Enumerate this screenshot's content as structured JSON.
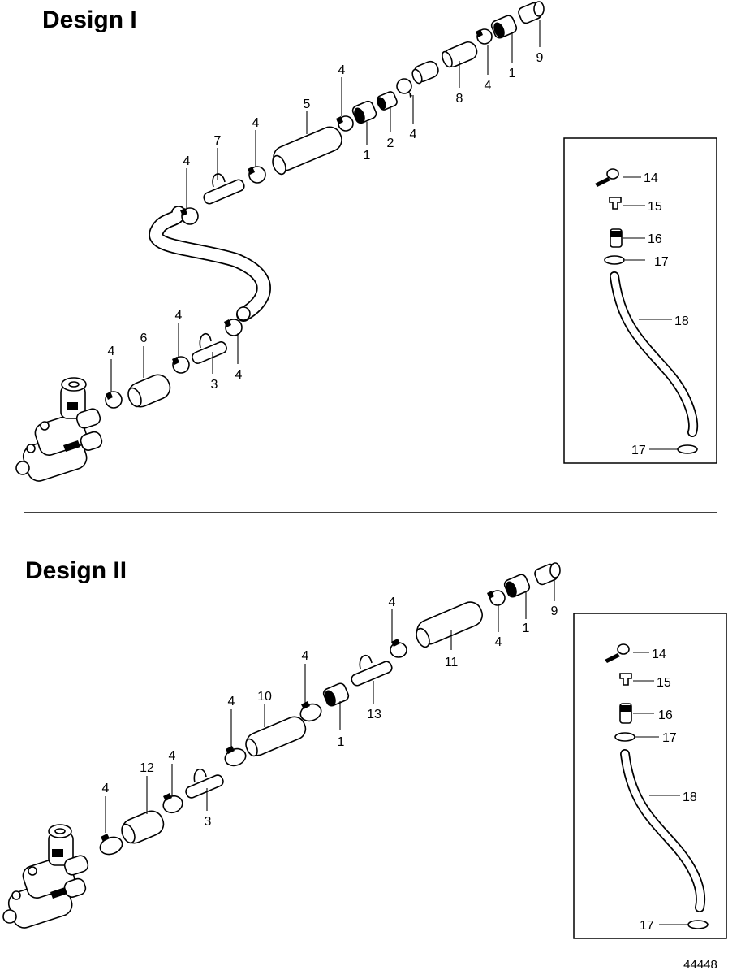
{
  "designs": [
    {
      "title": "Design I",
      "labels": {
        "c1a": "1",
        "c1b": "1",
        "c2": "2",
        "c3": "3",
        "c4a": "4",
        "c4b": "4",
        "c4c": "4",
        "c4d": "4",
        "c4e": "4",
        "c4f": "4",
        "c4g": "4",
        "c4h": "4",
        "c5": "5",
        "c6": "6",
        "c7": "7",
        "c8": "8",
        "c9": "9"
      },
      "inset": {
        "c14": "14",
        "c15": "15",
        "c16": "16",
        "c17a": "17",
        "c18": "18",
        "c17b": "17"
      }
    },
    {
      "title": "Design II",
      "labels": {
        "c1a": "1",
        "c1b": "1",
        "c3": "3",
        "c4a": "4",
        "c4b": "4",
        "c4c": "4",
        "c4d": "4",
        "c4e": "4",
        "c4f": "4",
        "c9": "9",
        "c10": "10",
        "c11": "11",
        "c12": "12",
        "c13": "13"
      },
      "inset": {
        "c14": "14",
        "c15": "15",
        "c16": "16",
        "c17a": "17",
        "c18": "18",
        "c17b": "17"
      }
    }
  ],
  "figure_code": "44448"
}
